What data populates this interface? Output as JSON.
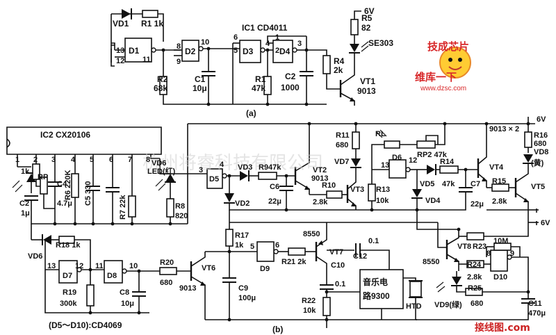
{
  "circuit_a": {
    "caption": "(a)",
    "labels": {
      "vd1": "VD1",
      "r1k": "R1 1k",
      "d1": "D1",
      "d2": "D2",
      "d3": "D3",
      "d4": "D4",
      "ic1": "IC1  CD4011",
      "r2": "R2",
      "r2v": "68k",
      "c1": "C1",
      "c1v": "10μ",
      "r1": "R1",
      "r1v": "47k",
      "c2": "C2",
      "c2v": "1000",
      "r4": "R4",
      "r4v": "2k",
      "r5": "R5",
      "r5v": "82",
      "v6": "6V",
      "se303": "SE303",
      "vt1": "VT1",
      "vt1v": "9013"
    },
    "pins": {
      "p13": "13",
      "p12": "12",
      "p11": "11",
      "p8": "8",
      "p9": "9",
      "p10": "10",
      "p6": "6",
      "p5": "5",
      "p4": "4",
      "p1": "1",
      "p2": "2",
      "p3": "3"
    }
  },
  "circuit_b": {
    "caption": "(b)",
    "footnote": "(D5～D10):CD4069",
    "ic2": "IC2  CX20106",
    "ic2_pins": [
      "1",
      "2",
      "3",
      "4",
      "5",
      "6",
      "7",
      "8"
    ],
    "labels": {
      "r1k": "1k",
      "rp": "RP",
      "c2": "C2",
      "c2v": "1μ",
      "c4": "C4",
      "c4v": "4.7μ",
      "r6": "R6 220K",
      "c5": "C5 330",
      "r7": "R7 22k",
      "vd6led": "VD6",
      "led": "LED(红)",
      "r8": "R8",
      "r8v": "820",
      "d5": "D5",
      "vd3": "VD3",
      "r9": "R947k",
      "vt2": "VT2",
      "vt2v": "9013",
      "r11": "R11",
      "r11v": "680",
      "vd7": "VD7",
      "rl": "RL",
      "rp2": "RP2 47k",
      "d6": "D6",
      "r10": "R10",
      "r10v": "2.8k",
      "vt3": "VT3",
      "r13": "R13",
      "r13v": "10k",
      "vd5": "VD5",
      "r14": "R14",
      "r14v": "47k",
      "c6": "C6",
      "c6v": "22μ",
      "vd4": "VD4",
      "c7": "C7",
      "c7v": "22μ",
      "vd2": "VD2",
      "q9013x2": "9013 × 2",
      "vt4": "VT4",
      "r15": "R15",
      "r15v": "2.8k",
      "vt5": "VT5",
      "r16": "R16",
      "r16v": "680",
      "vd8": "VD8",
      "vd8c": "(黄)",
      "v6a": "6V",
      "v6b": "6V",
      "vd6": "VD6",
      "r18": "R18 1k",
      "d7": "D7",
      "d8": "D8",
      "r19": "R19",
      "r19v": "300k",
      "c8": "C8",
      "c8v": "10μ",
      "r20": "R20",
      "r20v": "680",
      "vt6": "VT6",
      "vt6v": "9013",
      "r17": "R17",
      "r17v": "1k",
      "c9": "C9",
      "c9v": "100μ",
      "d9": "D9",
      "r21": "R21 2k",
      "q8550a": "8550",
      "vt7": "VT7",
      "c10": "C10",
      "c10v": "0.1",
      "c12": "C12",
      "c12v": "0.1",
      "r22": "R22",
      "r22v": "10k",
      "music1": "音乐电",
      "music2": "路9300",
      "htd": "HTD",
      "q8550b": "8550",
      "vt8": "VT8",
      "r23": "R23",
      "r24": "R24",
      "r24v": "2.8k",
      "r25": "R25",
      "r25v": "680",
      "vd9": "VD9(绿)",
      "r10m": "10M",
      "d10": "D10",
      "c11": "C11",
      "c11v": "470μ"
    },
    "pins": {
      "p2": "2",
      "p3": "3",
      "p4": "4",
      "p12": "12",
      "p13": "13",
      "p11": "11",
      "p10": "10",
      "p5": "5",
      "p6": "6",
      "p8": "8",
      "p9": "9",
      "p13b": "13"
    }
  },
  "watermark": "杭州将睿科技有限公司",
  "logo": {
    "brand": "维库一下",
    "url": "www.dzsc.com",
    "mascot": "技成芯片"
  },
  "footer_logo": "接线图.com"
}
